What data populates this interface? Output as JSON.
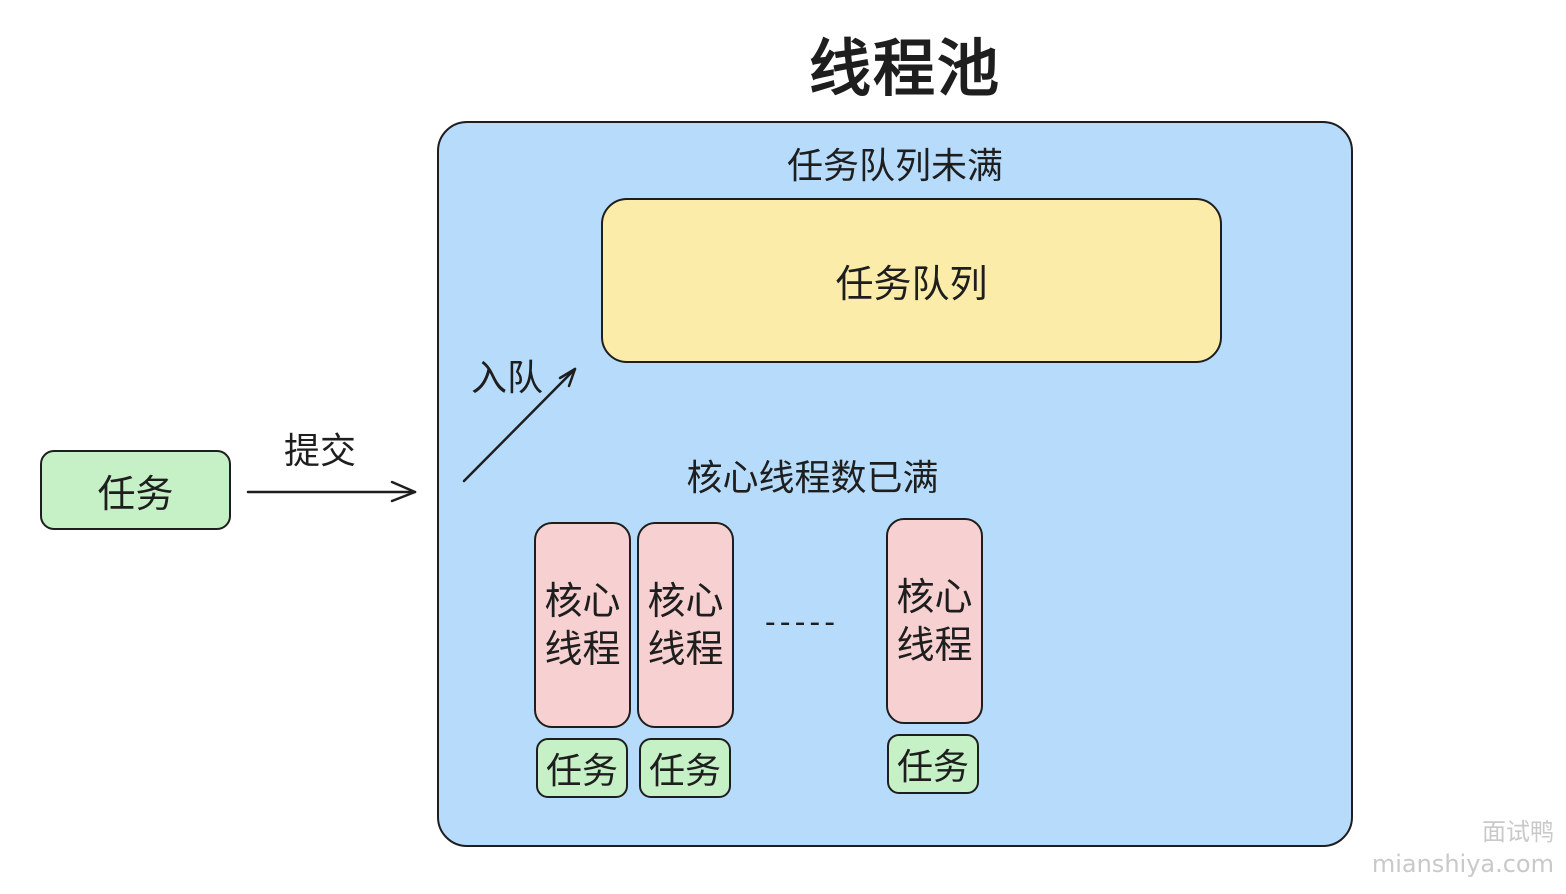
{
  "title": "线程池",
  "pool": {
    "queue_status": "任务队列未满",
    "queue_label": "任务队列",
    "core_status": "核心线程数已满",
    "ellipsis": "-----",
    "cores": [
      {
        "line1": "核心",
        "line2": "线程",
        "task": "任务"
      },
      {
        "line1": "核心",
        "line2": "线程",
        "task": "任务"
      },
      {
        "line1": "核心",
        "line2": "线程",
        "task": "任务"
      }
    ]
  },
  "incoming_task": "任务",
  "submit_label": "提交",
  "enqueue_label": "入队",
  "watermark": {
    "line1": "面试鸭",
    "line2": "mianshiya.com"
  },
  "colors": {
    "pool": "#b7dcfb",
    "queue": "#fbecaa",
    "core": "#f7d1d1",
    "task": "#c6f0c6",
    "stroke": "#1e1e1e"
  }
}
